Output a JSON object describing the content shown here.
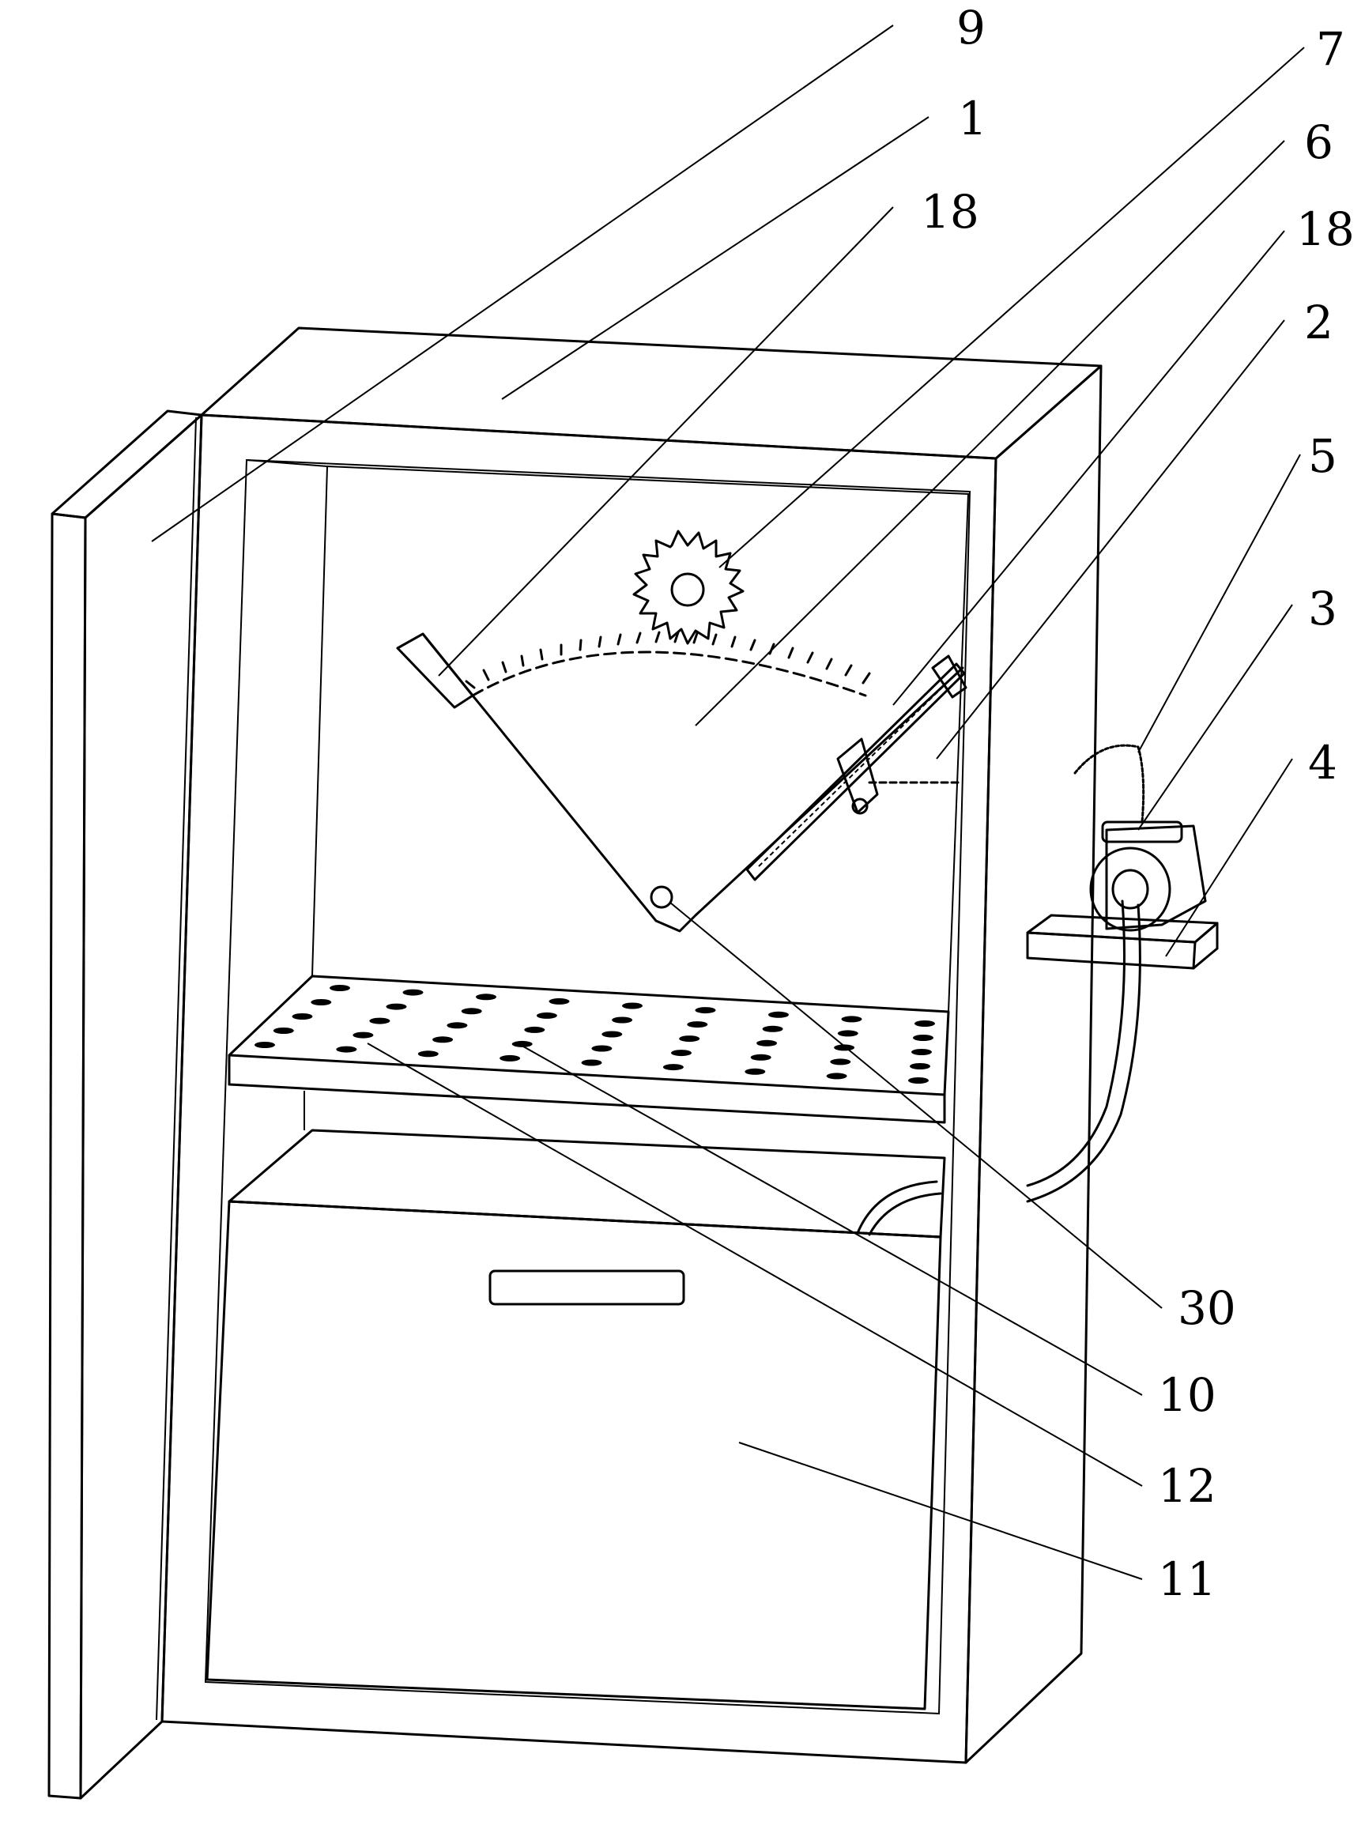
{
  "figure": {
    "labels": [
      {
        "id": "9",
        "text": "9"
      },
      {
        "id": "1",
        "text": "1"
      },
      {
        "id": "18a",
        "text": "18"
      },
      {
        "id": "7",
        "text": "7"
      },
      {
        "id": "6",
        "text": "6"
      },
      {
        "id": "18b",
        "text": "18"
      },
      {
        "id": "2",
        "text": "2"
      },
      {
        "id": "5",
        "text": "5"
      },
      {
        "id": "3",
        "text": "3"
      },
      {
        "id": "4",
        "text": "4"
      },
      {
        "id": "30",
        "text": "30"
      },
      {
        "id": "10",
        "text": "10"
      },
      {
        "id": "12",
        "text": "12"
      },
      {
        "id": "11",
        "text": "11"
      }
    ]
  }
}
